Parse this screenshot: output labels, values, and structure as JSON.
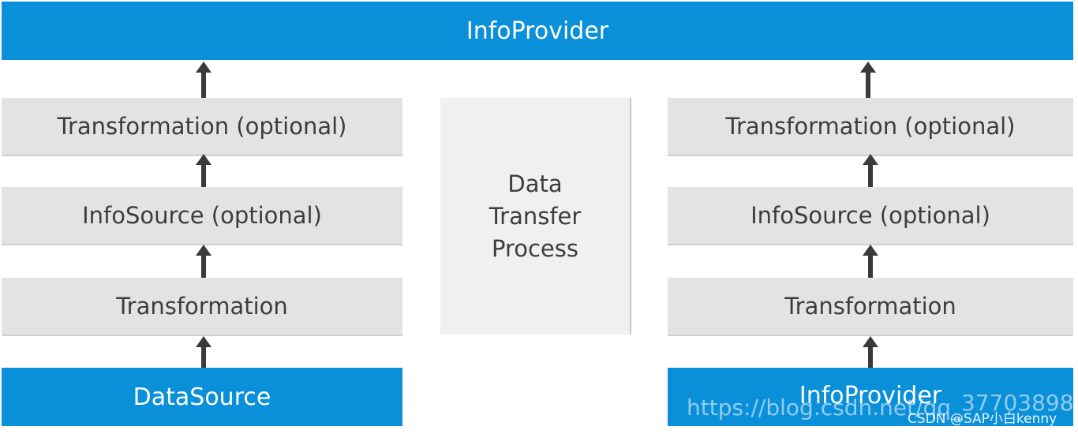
{
  "top": {
    "label": "InfoProvider"
  },
  "left_column": {
    "steps": [
      "Transformation (optional)",
      "InfoSource (optional)",
      "Transformation"
    ],
    "source": "DataSource"
  },
  "right_column": {
    "steps": [
      "Transformation (optional)",
      "InfoSource (optional)",
      "Transformation"
    ],
    "source": "InfoProvider"
  },
  "middle": {
    "lines": [
      "Data",
      "Transfer",
      "Process"
    ]
  },
  "watermark": {
    "url": "https://blog.csdn.net/qq_",
    "number": "37703898",
    "credit": "CSDN @SAP小白kenny"
  },
  "colors": {
    "blue": "#0a8fd9",
    "gray": "#e3e3e3",
    "arrow": "#3a3a3a"
  }
}
